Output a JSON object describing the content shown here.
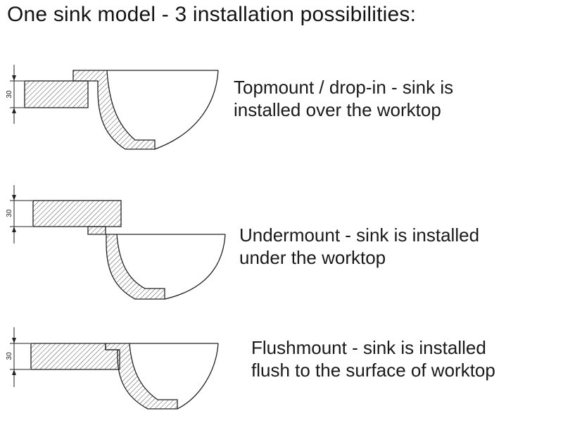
{
  "title": "One sink model - 3 installation possibilities:",
  "rows": [
    {
      "name": "topmount",
      "dim_label": "30",
      "desc_line1": "Topmount / drop-in - sink is",
      "desc_line2": "installed over the worktop"
    },
    {
      "name": "undermount",
      "dim_label": "30",
      "desc_line1": "Undermount - sink is installed",
      "desc_line2": "under the worktop"
    },
    {
      "name": "flushmount",
      "dim_label": "30",
      "desc_line1": "Flushmount - sink is installed",
      "desc_line2": "flush to the surface of worktop"
    }
  ],
  "colors": {
    "ink": "#222222",
    "hatch": "#3a3a3a",
    "background": "#ffffff"
  }
}
